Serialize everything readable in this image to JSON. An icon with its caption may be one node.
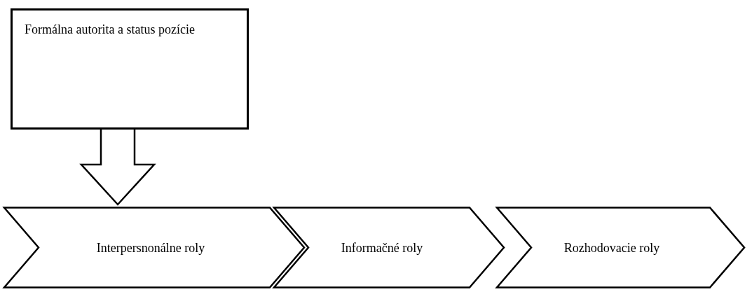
{
  "diagram": {
    "nodes": [
      {
        "text": [
          "Formálna autorita a status pozície"
        ]
      },
      {
        "text": [
          "Interpersnonálne roly"
        ]
      },
      {
        "text": [
          "Informačné roly"
        ]
      },
      {
        "text": [
          "Rozhodovacie roly"
        ]
      }
    ],
    "edges": [
      {
        "from": 0,
        "to": 1,
        "arrow": "to"
      }
    ]
  }
}
